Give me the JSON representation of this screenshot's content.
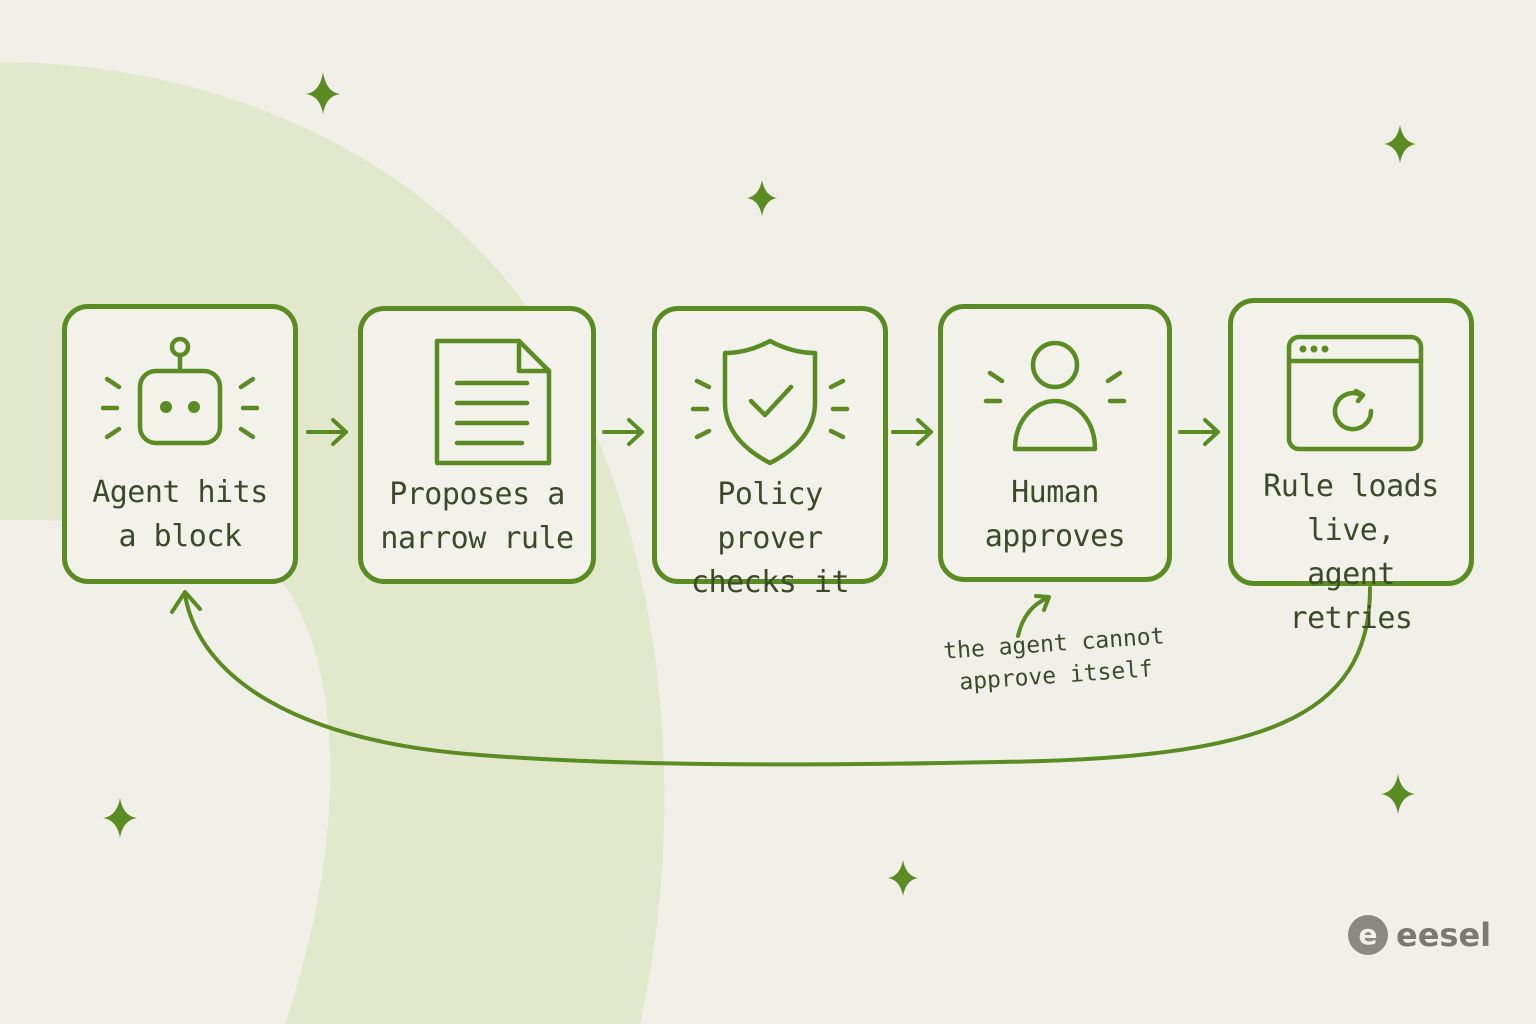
{
  "steps": [
    {
      "label_line1": "Agent hits",
      "label_line2": "a block",
      "icon": "robot-icon"
    },
    {
      "label_line1": "Proposes a",
      "label_line2": "narrow rule",
      "icon": "document-icon"
    },
    {
      "label_line1": "Policy prover",
      "label_line2": "checks it",
      "icon": "shield-check-icon"
    },
    {
      "label_line1": "Human",
      "label_line2": "approves",
      "icon": "person-icon"
    },
    {
      "label_line1": "Rule loads live,",
      "label_line2": "agent retries",
      "icon": "browser-refresh-icon"
    }
  ],
  "annotation": {
    "line1": "the agent cannot",
    "line2": "approve itself"
  },
  "logo": {
    "text": "eesel",
    "mark": "e"
  },
  "colors": {
    "accent": "#5b8c24",
    "background": "#f1f0e8",
    "blob": "#e2e8cc",
    "text": "#3d4a2a",
    "logo": "#8a8a80"
  }
}
